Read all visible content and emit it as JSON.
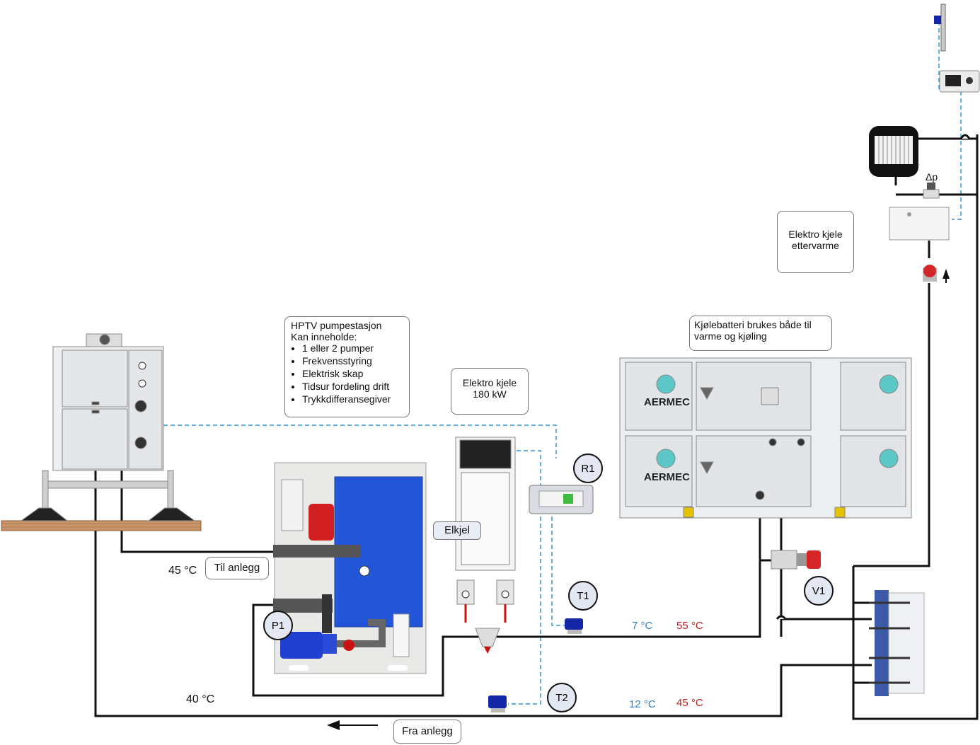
{
  "pumpstation": {
    "title": "HPTV pumpestasjon",
    "subtitle": "Kan inneholde:",
    "items": [
      "1 eller 2 pumper",
      "Frekvensstyring",
      "Elektrisk skap",
      "Tidsur fordeling drift",
      "Trykkdifferansegiver"
    ]
  },
  "boiler_box": {
    "line1": "Elektro kjele",
    "line2": "180 kW"
  },
  "afterheat_box": {
    "line1": "Elektro kjele",
    "line2": "ettervarme"
  },
  "coil_box": {
    "line1": "Kjølebatteri brukes både til",
    "line2": "varme og kjøling"
  },
  "labels": {
    "elkjel": "Elkjel",
    "til_anlegg": "Til anlegg",
    "fra_anlegg": "Fra anlegg",
    "temp_supply": "45 °C",
    "temp_return": "40 °C",
    "t1_cold": "7 °C",
    "t1_hot": "55 °C",
    "t2_cold": "12 °C",
    "t2_hot": "45 °C",
    "dp": "Δp",
    "aermec_top": "AERMEC",
    "aermec_bottom": "AERMEC"
  },
  "components": {
    "p1": "P1",
    "r1": "R1",
    "t1": "T1",
    "t2": "T2",
    "v1": "V1"
  },
  "colors": {
    "cold": "#2f7fc0",
    "hot": "#c0201e",
    "control": "#2b8fd1",
    "tank_blue": "#2255d8",
    "tank_red": "#d21f1f"
  }
}
